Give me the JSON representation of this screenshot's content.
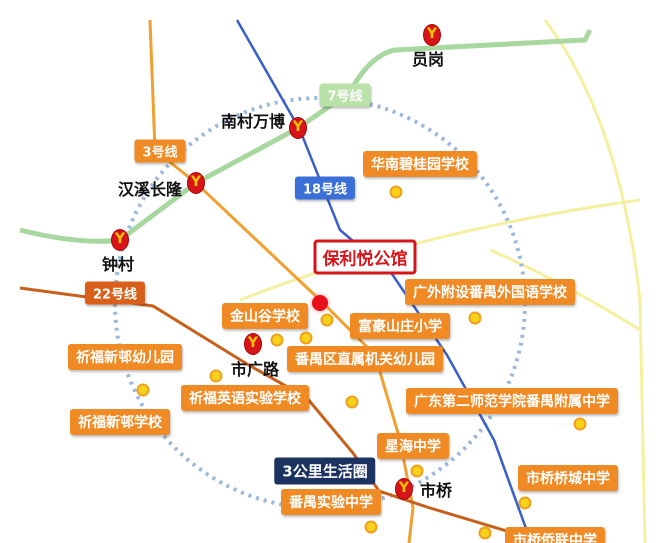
{
  "metro_lines": [
    {
      "label": "7号线",
      "color": "#a8d8a0"
    },
    {
      "label": "3号线",
      "color": "#f08a24"
    },
    {
      "label": "18号线",
      "color": "#3a6fd8"
    },
    {
      "label": "22号线",
      "color": "#d8601a"
    }
  ],
  "stations": [
    "员岗",
    "南村万博",
    "汉溪长隆",
    "钟村",
    "市广路",
    "市桥"
  ],
  "property": "保利悦公馆",
  "radius_label": "3公里生活圈",
  "schools": [
    "华南碧桂园学校",
    "广外附设番禺外国语学校",
    "金山谷学校",
    "富豪山庄小学",
    "番禺区直属机关幼儿园",
    "祈福新邨幼儿园",
    "祈福英语实验学校",
    "广东第二师范学院番禺附属中学",
    "祈福新邨学校",
    "星海中学",
    "市桥桥城中学",
    "番禺实验中学",
    "市桥侨联中学"
  ]
}
